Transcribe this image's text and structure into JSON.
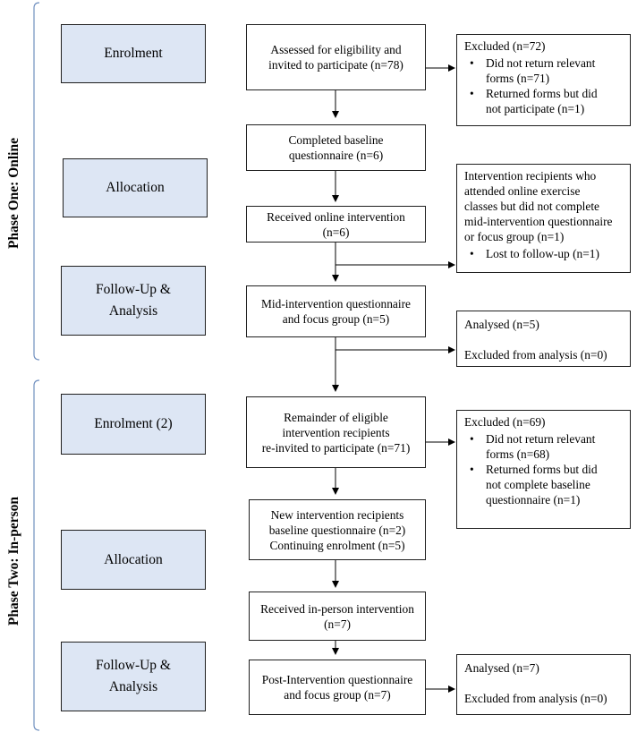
{
  "phases": [
    {
      "label": "Phase One: Online"
    },
    {
      "label": "Phase Two: In-person"
    }
  ],
  "stages": [
    {
      "label": "Enrolment"
    },
    {
      "label": "Allocation"
    },
    {
      "label": "Follow-Up &",
      "label2": "Analysis"
    },
    {
      "label": "Enrolment (2)"
    },
    {
      "label": "Allocation"
    },
    {
      "label": "Follow-Up &",
      "label2": "Analysis"
    }
  ],
  "flow": [
    {
      "lines": [
        "Assessed for eligibility and",
        "invited to participate (n=78)"
      ]
    },
    {
      "lines": [
        "Completed baseline",
        "questionnaire (n=6)"
      ]
    },
    {
      "lines": [
        "Received online intervention",
        "(n=6)"
      ]
    },
    {
      "lines": [
        "Mid-intervention questionnaire",
        "and focus group (n=5)"
      ]
    },
    {
      "lines": [
        "Remainder of eligible",
        "intervention recipients",
        "re-invited to participate (n=71)"
      ]
    },
    {
      "lines": [
        "New intervention recipients",
        "baseline questionnaire (n=2)",
        "Continuing enrolment (n=5)"
      ]
    },
    {
      "lines": [
        "Received in-person intervention",
        "(n=7)"
      ]
    },
    {
      "lines": [
        "Post-Intervention questionnaire",
        "and focus group (n=7)"
      ]
    }
  ],
  "side": {
    "excluded1": {
      "heading": "Excluded (n=72)",
      "bullets": [
        [
          "Did not return relevant",
          "forms (n=71)"
        ],
        [
          "Returned forms but did",
          "not participate (n=1)"
        ]
      ]
    },
    "lost": {
      "heading": [
        "Intervention recipients who",
        "attended online exercise",
        "classes but did not complete",
        "mid-intervention questionnaire",
        "or focus group (n=1)"
      ],
      "bullets": [
        [
          "Lost to follow-up (n=1)"
        ]
      ]
    },
    "analysed1": {
      "line1": "Analysed (n=5)",
      "line2": "Excluded from analysis (n=0)"
    },
    "excluded2": {
      "heading": "Excluded (n=69)",
      "bullets": [
        [
          "Did not return relevant",
          "forms (n=68)"
        ],
        [
          "Returned forms but did",
          "not complete baseline",
          "questionnaire (n=1)"
        ]
      ]
    },
    "analysed2": {
      "line1": "Analysed (n=7)",
      "line2": "Excluded from analysis (n=0)"
    }
  },
  "colors": {
    "stage_fill": "#dde6f4",
    "bracket": "#6f8fbf",
    "line": "#000000"
  }
}
